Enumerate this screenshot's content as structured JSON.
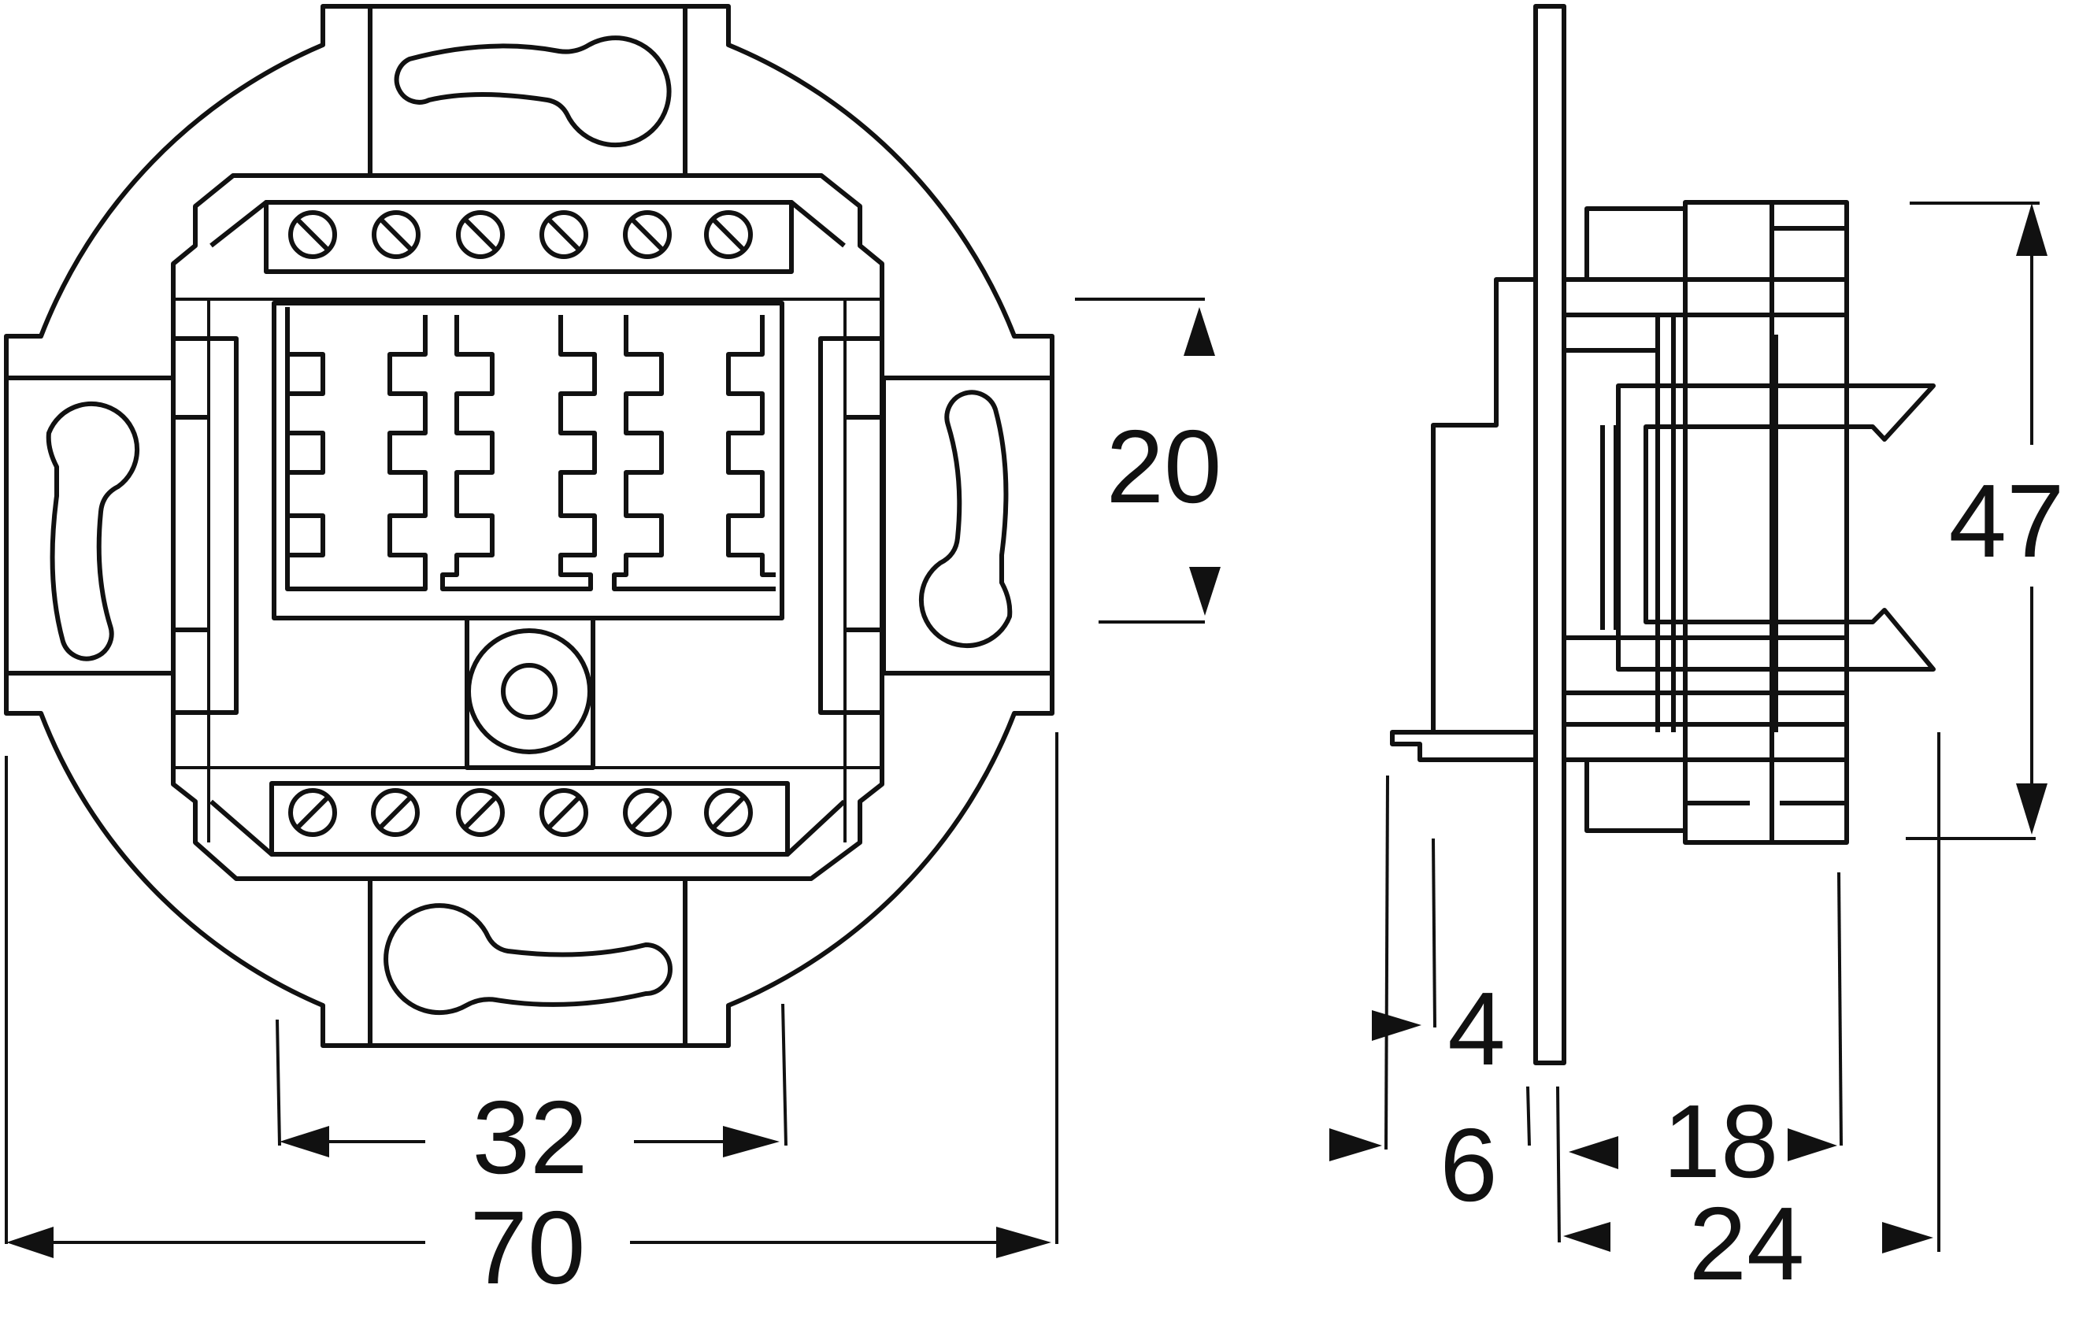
{
  "dimensions": {
    "front_total_width": "70",
    "front_module_width": "32",
    "front_module_height": "20",
    "side_height": "47",
    "side_plate": "4",
    "side_offset": "6",
    "side_depth": "18",
    "side_total_depth": "24"
  },
  "colors": {
    "line": "#111111",
    "background": "#ffffff"
  }
}
